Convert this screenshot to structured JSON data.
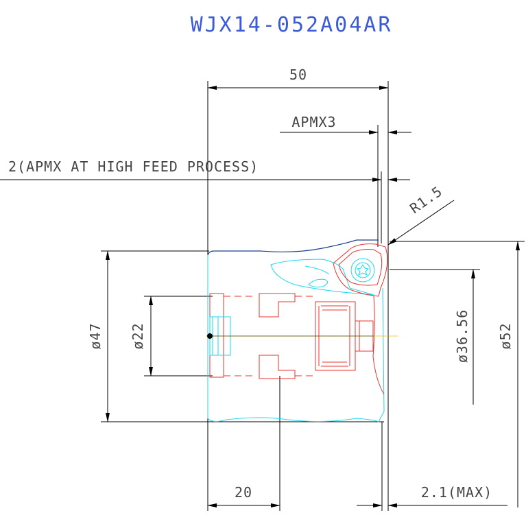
{
  "title": "WJX14-052A04AR",
  "colors": {
    "title": "#3b5bd6",
    "dimension": "#000000",
    "dimension_text": "#444444",
    "insert_body": "#18d8ee",
    "internal_parts": "#e8332e",
    "outline": "#1a3d8f",
    "centerline": "#e6c200"
  },
  "dimensions": {
    "overall_length": "50",
    "apmx": "APMX3",
    "apmx_high_feed": "2(APMX AT HIGH FEED PROCESS)",
    "corner_radius": "R1.5",
    "dia_47": "ø47",
    "dia_22": "ø22",
    "dia_36_56": "ø36.56",
    "dia_52": "ø52",
    "length_20": "20",
    "max_21": "2.1(MAX)"
  }
}
